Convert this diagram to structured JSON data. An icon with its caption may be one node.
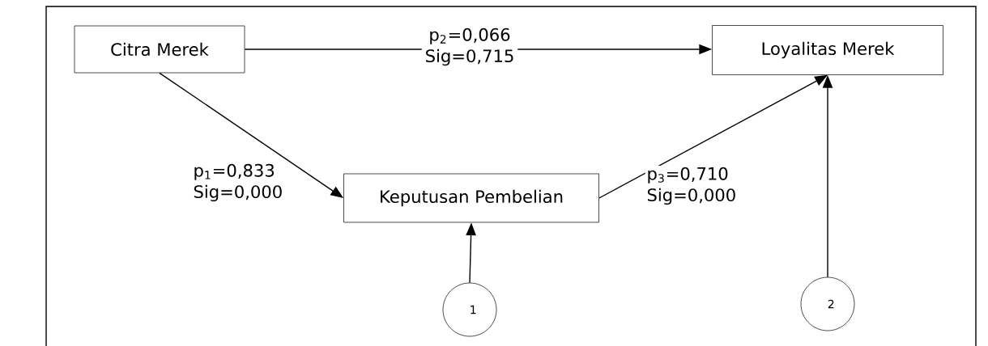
{
  "diagram": {
    "nodes": [
      {
        "text": [
          "Citra Merek"
        ]
      },
      {
        "text": [
          "Loyalitas Merek"
        ]
      },
      {
        "text": [
          "Keputusan Pembelian"
        ]
      },
      {
        "text": [
          "1"
        ]
      },
      {
        "text": [
          "2"
        ]
      }
    ],
    "edges": [
      {
        "from": 0,
        "to": 1,
        "arrow": "to",
        "label": "p$_{2}$=0,066 Sig=0,715"
      },
      {
        "from": 0,
        "to": 2,
        "arrow": "to",
        "label": "p$_{1}$=0,833 Sig=0,000"
      },
      {
        "from": 2,
        "to": 1,
        "arrow": "to",
        "label": "p$_{3}$=0,710 Sig=0,000"
      },
      {
        "from": 3,
        "to": 2,
        "arrow": "to"
      },
      {
        "from": 4,
        "to": 1,
        "arrow": "to"
      }
    ]
  }
}
